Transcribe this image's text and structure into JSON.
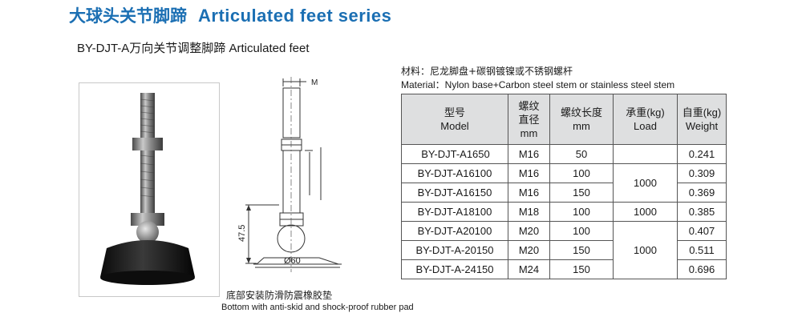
{
  "header": {
    "title_cn": "大球头关节脚蹄",
    "title_en": "Articulated  feet series"
  },
  "product": {
    "name": "BY-DJT-A万向关节调整脚蹄  Articulated feet"
  },
  "drawing": {
    "label_m": "M",
    "label_height": "47.5",
    "label_diameter": "Ø60"
  },
  "notes": {
    "base_cn": "底部安装防滑防震橡胶垫",
    "base_en": "Bottom with anti-skid and shock-proof rubber pad"
  },
  "material": {
    "cn": "材料：尼龙脚盘+碳钢镀镍或不锈钢螺杆",
    "en": "Material：Nylon base+Carbon steel stem or stainless steel stem"
  },
  "table": {
    "headers": [
      {
        "cn": "型号",
        "en": "Model"
      },
      {
        "cn": "螺纹",
        "cn2": "直径",
        "en": "mm"
      },
      {
        "cn": "螺纹长度",
        "en": "mm"
      },
      {
        "cn": "承重(kg)",
        "en": "Load"
      },
      {
        "cn": "自重(kg)",
        "en": "Weight"
      }
    ],
    "rows": [
      {
        "model": "BY-DJT-A1650",
        "thread": "M16",
        "length": "50",
        "weight": "0.241"
      },
      {
        "model": "BY-DJT-A16100",
        "thread": "M16",
        "length": "100",
        "weight": "0.309"
      },
      {
        "model": "BY-DJT-A16150",
        "thread": "M16",
        "length": "150",
        "weight": "0.369"
      },
      {
        "model": "BY-DJT-A18100",
        "thread": "M18",
        "length": "100",
        "weight": "0.385"
      },
      {
        "model": "BY-DJT-A20100",
        "thread": "M20",
        "length": "100",
        "weight": "0.407"
      },
      {
        "model": "BY-DJT-A-20150",
        "thread": "M20",
        "length": "150",
        "weight": "0.511"
      },
      {
        "model": "BY-DJT-A-24150",
        "thread": "M24",
        "length": "150",
        "weight": "0.696"
      }
    ],
    "load_groups": [
      "1000",
      "1000",
      "1000"
    ]
  }
}
